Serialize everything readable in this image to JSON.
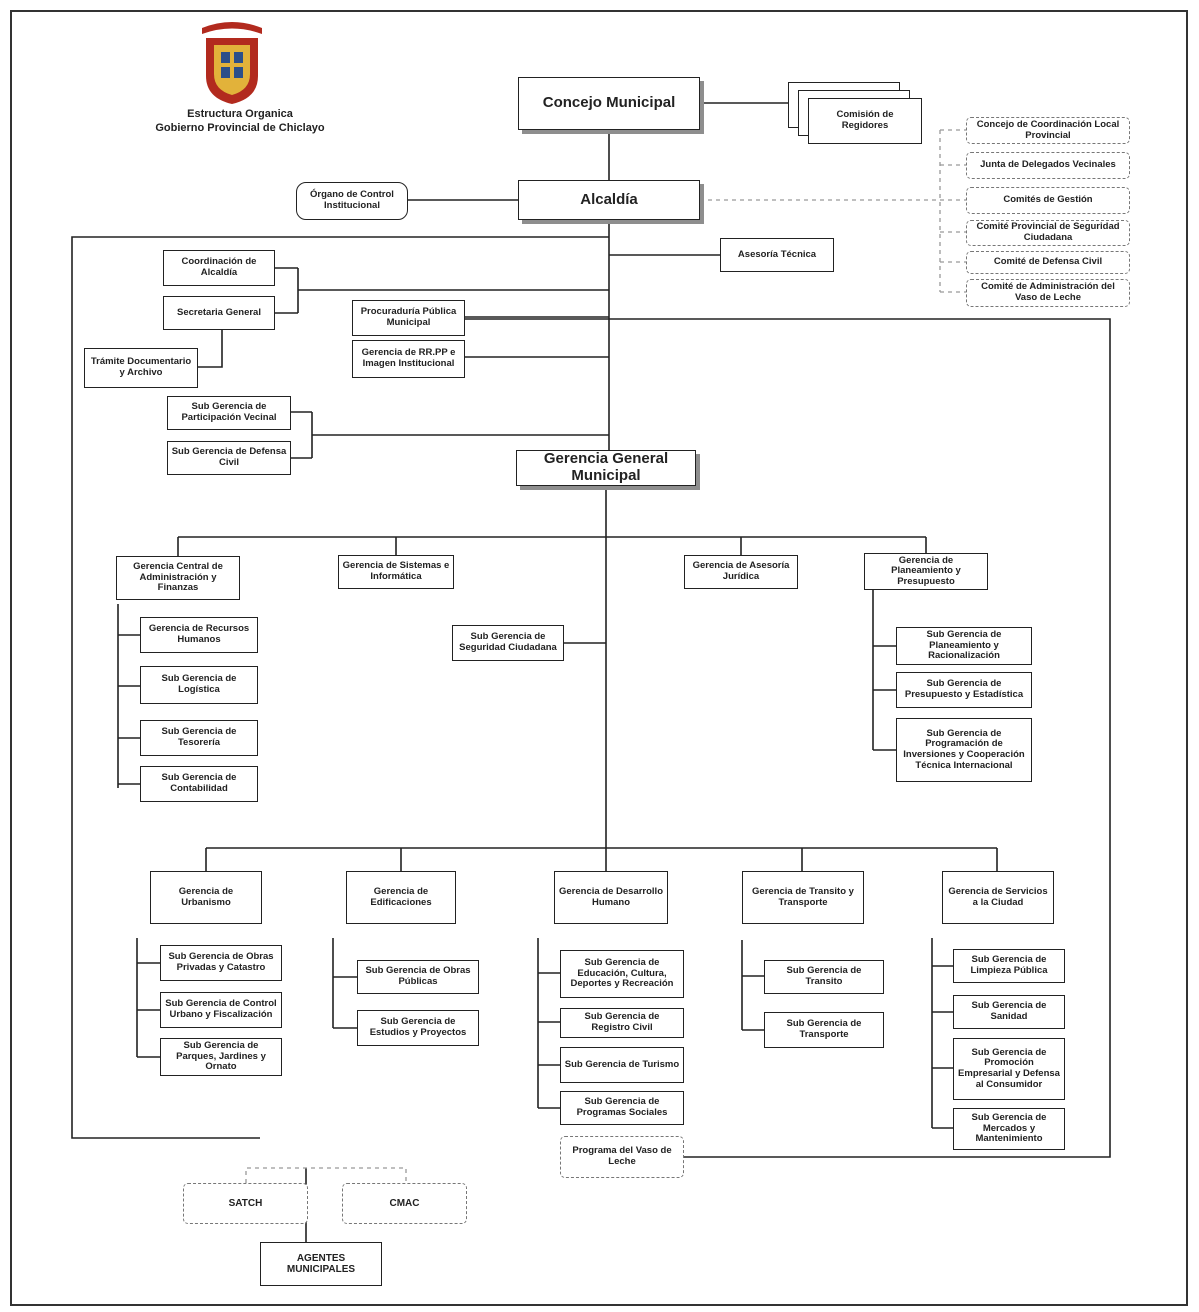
{
  "header": {
    "title_line1": "Estructura Organica",
    "title_line2": "Gobierno Provincial de Chiclayo"
  },
  "logo": {
    "icon": "coat-of-arms-icon",
    "colors": {
      "primary": "#b22a1e",
      "secondary": "#e2b23a",
      "blue": "#2b4f8a"
    }
  },
  "top": {
    "concejo": "Concejo Municipal",
    "comision": "Comisión de Regidores",
    "alcaldia": "Alcaldía",
    "ocI": "Órgano de Control Institucional",
    "asesoria_tecnica": "Asesoría Técnica"
  },
  "advisory": [
    "Concejo de Coordinación Local Provincial",
    "Junta de Delegados Vecinales",
    "Comités de Gestión",
    "Comité Provincial de Seguridad Ciudadana",
    "Comité de Defensa Civil",
    "Comité de Administración del Vaso de Leche"
  ],
  "upper_left": {
    "coordinacion": "Coordinación de Alcaldía",
    "secretaria": "Secretaria General",
    "tramite": "Trámite Documentario y Archivo",
    "procuraduria": "Procuraduría Pública Municipal",
    "rrpp": "Gerencia de RR.PP e Imagen Institucional",
    "participacion": "Sub Gerencia de Participación Vecinal",
    "defensa_civil": "Sub Gerencia de Defensa Civil"
  },
  "gerencia_general": "Gerencia General Municipal",
  "row1": {
    "administracion": "Gerencia Central de Administración y Finanzas",
    "admin_subs": [
      "Gerencia de Recursos Humanos",
      "Sub Gerencia de Logística",
      "Sub Gerencia de Tesorería",
      "Sub Gerencia de Contabilidad"
    ],
    "sistemas": "Gerencia de Sistemas e Informática",
    "seguridad": "Sub Gerencia de Seguridad Ciudadana",
    "asesoria_juridica": "Gerencia de Asesoría Jurídica",
    "planeamiento": "Gerencia de Planeamiento y Presupuesto",
    "plan_subs": [
      "Sub Gerencia de Planeamiento y Racionalización",
      "Sub Gerencia de Presupuesto y Estadística",
      "Sub Gerencia de Programación de Inversiones y Cooperación Técnica Internacional"
    ]
  },
  "row2": {
    "urbanismo": "Gerencia de Urbanismo",
    "urb_subs": [
      "Sub Gerencia de Obras Privadas y Catastro",
      "Sub Gerencia de Control Urbano y Fiscalización",
      "Sub Gerencia de Parques, Jardines y Ornato"
    ],
    "edificaciones": "Gerencia de Edificaciones",
    "edif_subs": [
      "Sub Gerencia de Obras Públicas",
      "Sub Gerencia de Estudios y Proyectos"
    ],
    "desarrollo": "Gerencia de Desarrollo Humano",
    "des_subs": [
      "Sub Gerencia de Educación, Cultura, Deportes y Recreación",
      "Sub Gerencia de Registro Civil",
      "Sub Gerencia de Turismo",
      "Sub Gerencia de Programas Sociales"
    ],
    "vaso": "Programa del Vaso de Leche",
    "transito": "Gerencia de Transito y Transporte",
    "tra_subs": [
      "Sub Gerencia de Transito",
      "Sub Gerencia de Transporte"
    ],
    "servicios": "Gerencia de Servicios a la Ciudad",
    "ser_subs": [
      "Sub Gerencia de Limpieza Pública",
      "Sub Gerencia de Sanidad",
      "Sub Gerencia de Promoción Empresarial y Defensa al Consumidor",
      "Sub Gerencia de Mercados y Mantenimiento"
    ]
  },
  "bottom": {
    "satch": "SATCH",
    "cmac": "CMAC",
    "agentes": "AGENTES MUNICIPALES"
  }
}
